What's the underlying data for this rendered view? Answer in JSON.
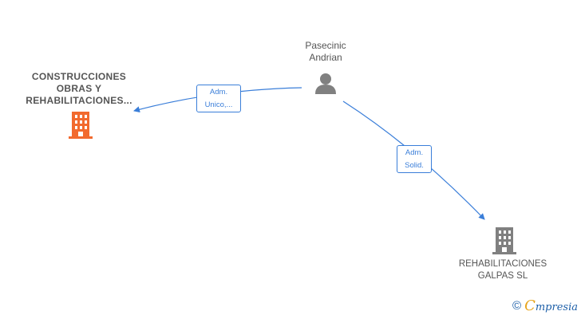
{
  "nodes": {
    "person": {
      "name_line1": "Pasecinic",
      "name_line2": "Andrian",
      "icon": "person-icon",
      "color": "#808080"
    },
    "company_main": {
      "line1": "CONSTRUCCIONES",
      "line2": "OBRAS Y",
      "line3": "REHABILITACIONES...",
      "icon": "building-icon",
      "color": "#f26a2e"
    },
    "company_other": {
      "line1": "REHABILITACIONES",
      "line2": "GALPAS SL",
      "icon": "building-icon",
      "color": "#808080"
    }
  },
  "edges": {
    "edge1": {
      "line1": "Adm.",
      "line2": "Unico,..."
    },
    "edge2": {
      "line1": "Adm.",
      "line2": "Solid."
    }
  },
  "colors": {
    "edge": "#3a7ed9",
    "label_text": "#555555"
  },
  "watermark": {
    "copyright": "©",
    "brand_first": "C",
    "brand_rest": "mpresia"
  }
}
